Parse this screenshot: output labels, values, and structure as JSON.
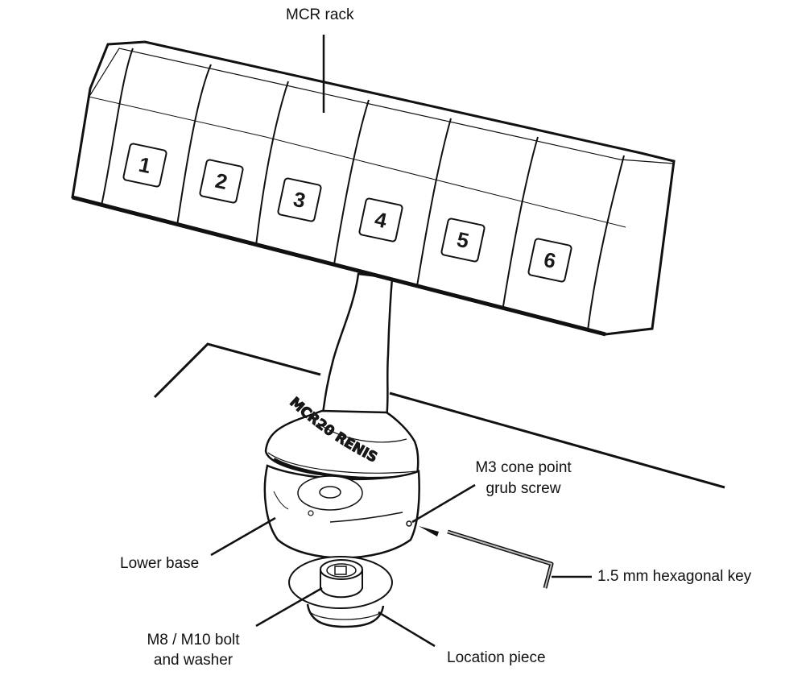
{
  "figure": {
    "subject": "MCR20 probe change rack mounting assembly",
    "brand_marking": "MCR20 RENISHAW",
    "visible_brand_marking": "MCR20 RENIS",
    "rack_ports": [
      "1",
      "2",
      "3",
      "4",
      "5",
      "6"
    ]
  },
  "labels": {
    "mcr_rack": "MCR rack",
    "grub_screw_line1": "M3 cone point",
    "grub_screw_line2": "grub screw",
    "hex_key": "1.5 mm hexagonal key",
    "lower_base": "Lower base",
    "bolt_line1": "M8 / M10 bolt",
    "bolt_line2": "and washer",
    "location_piece": "Location piece"
  },
  "colors": {
    "line": "#111111",
    "background": "#ffffff",
    "label_text": "#111111"
  }
}
